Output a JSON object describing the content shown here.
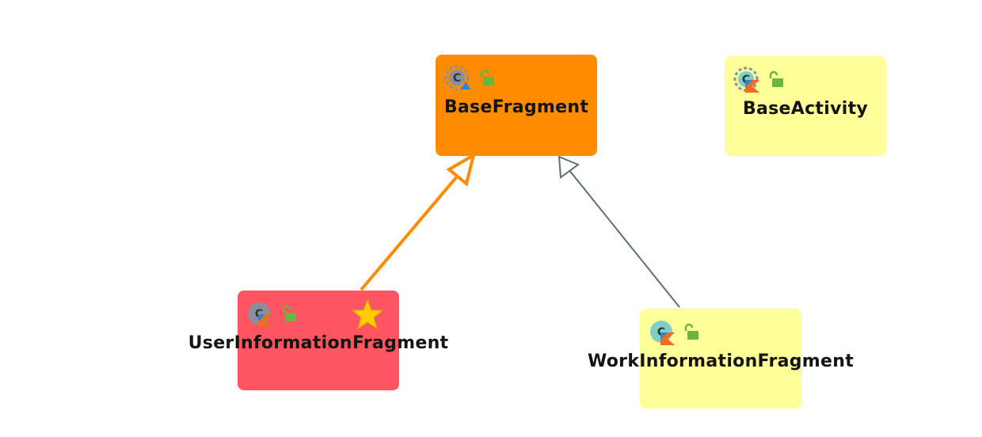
{
  "diagram": {
    "nodes": [
      {
        "id": "base-fragment",
        "label": "BaseFragment",
        "fill": "#FF8C00",
        "kind": "abstract-class",
        "selected": true
      },
      {
        "id": "base-activity",
        "label": "BaseActivity",
        "fill": "#FFFF99",
        "kind": "abstract-class-kotlin"
      },
      {
        "id": "user-information-fragment",
        "label": "UserInformationFragment",
        "fill": "#FF5560",
        "kind": "class-kotlin",
        "starred": true
      },
      {
        "id": "work-information-fragment",
        "label": "WorkInformationFragment",
        "fill": "#FFFF99",
        "kind": "class-kotlin"
      }
    ],
    "edges": [
      {
        "from": "user-information-fragment",
        "to": "base-fragment",
        "relation": "extends",
        "color": "#FF8C00",
        "highlighted": true
      },
      {
        "from": "work-information-fragment",
        "to": "base-fragment",
        "relation": "extends",
        "color": "#5F6F6F",
        "highlighted": false
      }
    ],
    "icon_names": {
      "class": "kotlin-class-icon",
      "visibility": "public-unlocked-icon",
      "favorite": "star-icon"
    },
    "colors": {
      "icon_gray": "#8A8FA0",
      "icon_teal": "#7FCFC8",
      "lock_green": "#6CB33F",
      "kotlin_orange": "#F26B22",
      "kotlin_blue": "#2A84D8"
    }
  }
}
